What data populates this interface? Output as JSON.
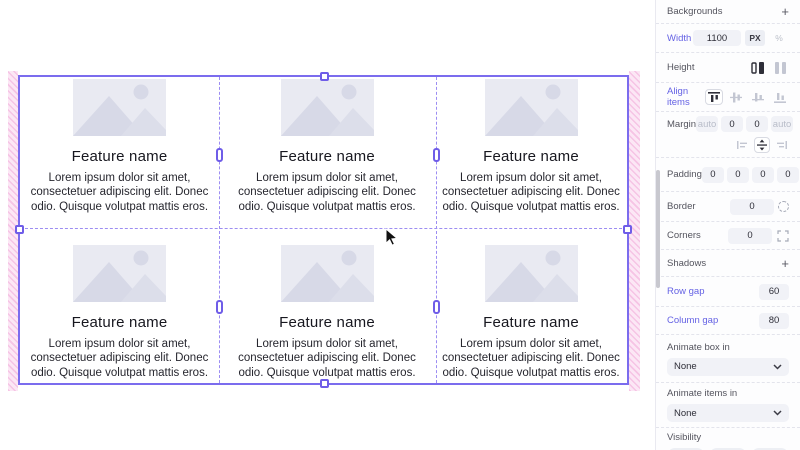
{
  "canvas": {
    "grid": {
      "rows": 2,
      "cols": 3,
      "card": {
        "title": "Feature name",
        "body": "Lorem ipsum dolor sit amet, consectetuer adipiscing elit. Donec odio. Quisque volutpat mattis eros."
      }
    }
  },
  "sidebar": {
    "add_button": "+",
    "backgrounds_label": "Backgrounds",
    "width": {
      "label": "Width",
      "value": "1100",
      "unit": "PX",
      "unit_alt": "%"
    },
    "height_label": "Height",
    "align_items_label": "Align items",
    "margin": {
      "label": "Margin",
      "values": [
        "auto",
        "0",
        "0",
        "auto"
      ]
    },
    "padding": {
      "label": "Padding",
      "values": [
        "0",
        "0",
        "0",
        "0"
      ]
    },
    "border": {
      "label": "Border",
      "value": "0"
    },
    "corners": {
      "label": "Corners",
      "value": "0"
    },
    "shadows_label": "Shadows",
    "row_gap": {
      "label": "Row gap",
      "value": "60"
    },
    "column_gap": {
      "label": "Column gap",
      "value": "80"
    },
    "animate_box": {
      "label": "Animate box in",
      "value": "None"
    },
    "animate_items": {
      "label": "Animate items in",
      "value": "None"
    },
    "visibility_label": "Visibility"
  },
  "colors": {
    "accent": "#6562e4",
    "selection_border": "#7b6cee",
    "selection_dash": "#9c8df2",
    "hatch_pink": "#f4b9e0",
    "placeholder_bg": "#e9eaf2",
    "placeholder_fg": "#d7d9e7"
  }
}
